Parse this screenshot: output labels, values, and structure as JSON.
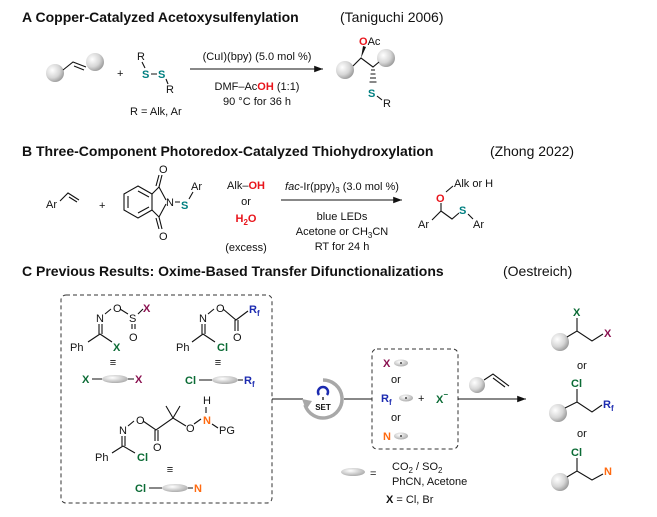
{
  "colors": {
    "sulfur": "#007f80",
    "oxygen": "#e8141b",
    "halogen_green": "#0b6b35",
    "halogen_maroon": "#8a1150",
    "rf_blue": "#1c2bb0",
    "nitrogen_orange": "#ff6a10",
    "set_blue": "#1c2bb0"
  },
  "panelA": {
    "title": "A Copper-Catalyzed Acetoxysulfenylation",
    "ref": "(Taniguchi 2006)",
    "plus": "+",
    "R": "R",
    "S": "S",
    "r_def": "R = Alk, Ar",
    "cond_above": "(CuI)(bpy) (5.0 mol %)",
    "cond_below1_a": "DMF–Ac",
    "cond_below1_b": "OH",
    "cond_below1_c": " (1:1)",
    "cond_below2": "90 °C for 36 h",
    "prod_O": "O",
    "prod_Ac": "Ac",
    "prod_S": "S",
    "prod_R": "R"
  },
  "panelB": {
    "title": "B Three-Component Photoredox-Catalyzed Thiohydroxylation",
    "ref": "(Zhong 2022)",
    "Ar": "Ar",
    "plus": "+",
    "O": "O",
    "N": "N",
    "S": "S",
    "alk": "Alk–",
    "oh": "OH",
    "or": "or",
    "h2o_h": "H",
    "h2o_2": "2",
    "h2o_o": "O",
    "excess": "(excess)",
    "cat_fac": "fac",
    "cat_rest": "-Ir(ppy)",
    "cat_sub": "3",
    "cat_mol": " (3.0 mol %)",
    "cond1": "blue LEDs",
    "cond2_a": "Acetone or CH",
    "cond2_sub": "3",
    "cond2_b": "CN",
    "cond3": "RT for 24 h",
    "prod_O": "O",
    "prod_alk": "Alk or H",
    "prod_S": "S",
    "prod_Ar": "Ar"
  },
  "panelC": {
    "title": "C Previous Results: Oxime-Based Transfer Difunctionalizations",
    "ref": "(Oestreich)",
    "N": "N",
    "O": "O",
    "S": "S",
    "X": "X",
    "Ph": "Ph",
    "Cl": "Cl",
    "R": "R",
    "f": "f",
    "H": "H",
    "PG": "PG",
    "equiv": "≡",
    "set": "SET",
    "or": "or",
    "plus": "+",
    "minus": "−",
    "eq": "=",
    "legend1_a": "CO",
    "legend1_sub": "2",
    "legend1_b": " / SO",
    "legend1_sub2": "2",
    "legend2": "PhCN, Acetone",
    "x_def_b": "X",
    "x_def_rest": " = Cl, Br"
  }
}
